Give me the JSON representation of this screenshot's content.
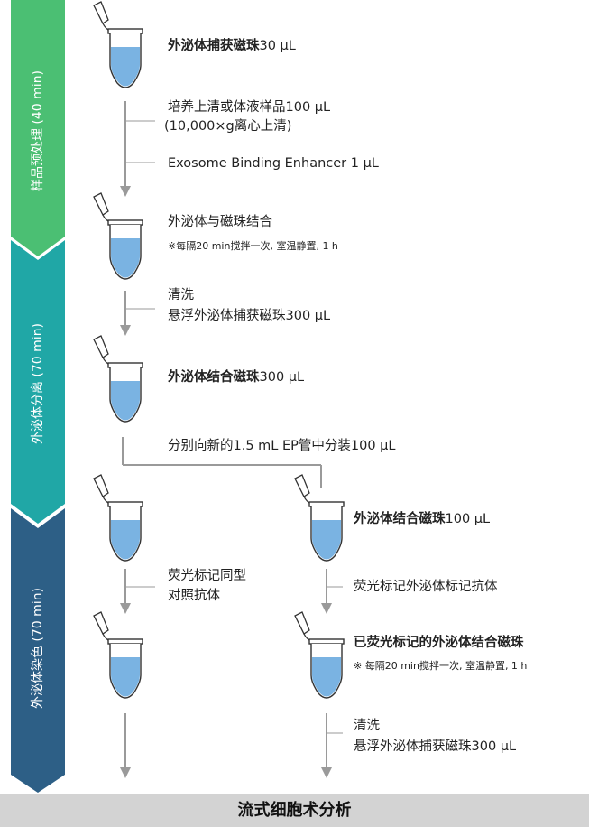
{
  "stages": [
    {
      "label": "样品预处理 (40 min)",
      "color": "#4bbf73"
    },
    {
      "label": "外泌体分离 (70 min)",
      "color": "#20a7a6"
    },
    {
      "label": "外泌体染色 (70 min)",
      "color": "#2d5f86"
    }
  ],
  "steps": {
    "beads_initial": {
      "strong": "外泌体捕获磁珠",
      "rest": "30 μL"
    },
    "add_sample_1": "培养上清或体液样品100 μL",
    "add_sample_2": "(10,000×g离心上清)",
    "add_enhancer": "Exosome Binding Enhancer 1 μL",
    "bind": "外泌体与磁珠结合",
    "bind_note": "※每隔20 min搅拌一次, 室温静置, 1 h",
    "wash1_a": "清洗",
    "wash1_b": "悬浮外泌体捕获磁珠300 μL",
    "bound_beads": {
      "strong": "外泌体结合磁珠",
      "rest": "300 μL"
    },
    "split": "分别向新的1.5 mL EP管中分装100 μL",
    "right_beads": {
      "strong": "外泌体结合磁珠",
      "rest": "100 μL"
    },
    "isotype_a": "荧光标记同型",
    "isotype_b": "对照抗体",
    "antibody": "荧光标记外泌体标记抗体",
    "labeled_beads": "已荧光标记的外泌体结合磁珠",
    "labeled_note": "※ 每隔20 min搅拌一次, 室温静置, 1 h",
    "wash2_a": "清洗",
    "wash2_b": "悬浮外泌体捕获磁珠300 μL"
  },
  "footer": "流式细胞术分析",
  "colors": {
    "tube_liquid": "#7ab3e2",
    "tube_outline": "#333333",
    "arrow": "#9a9a9a"
  }
}
